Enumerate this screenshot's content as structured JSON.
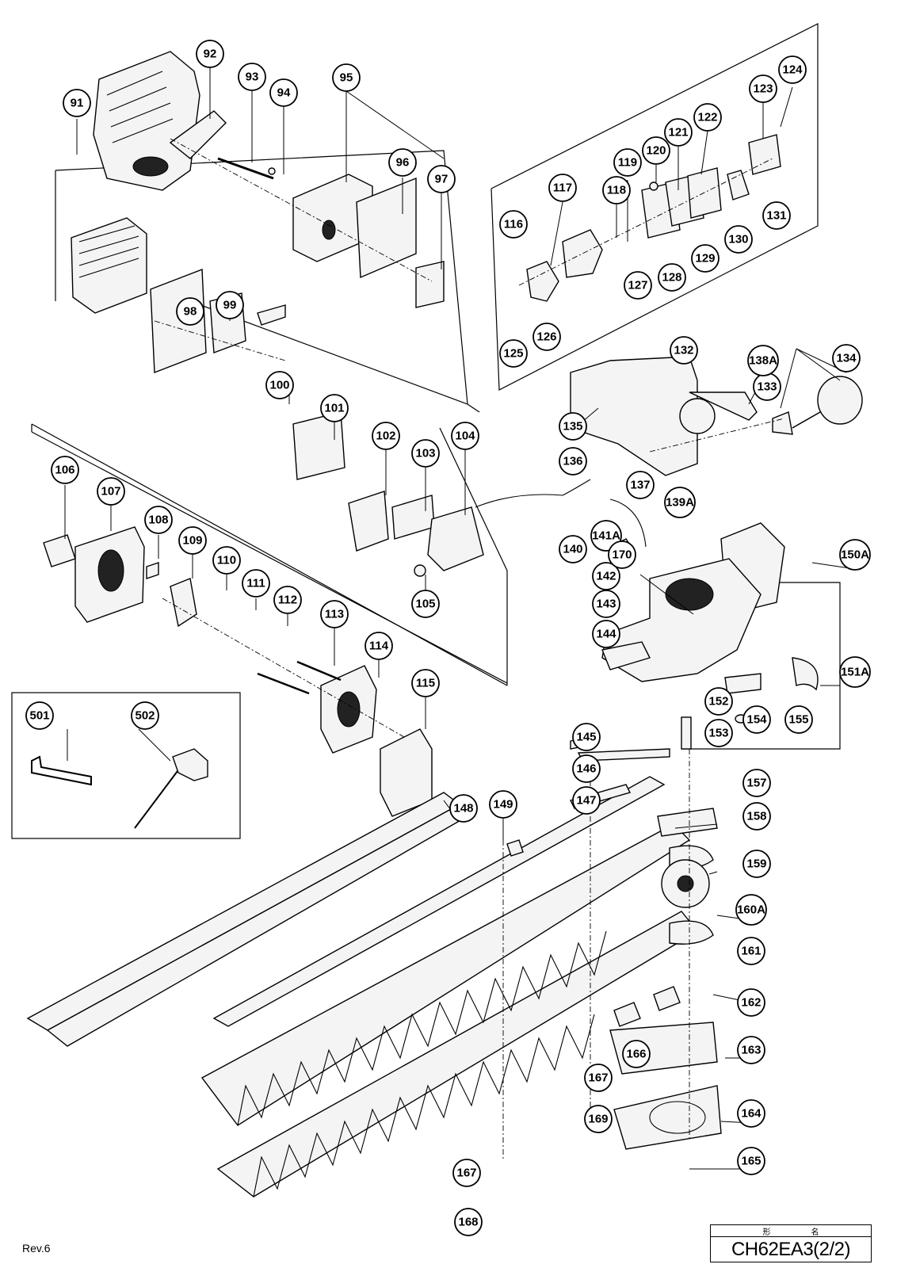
{
  "revision": "Rev.6",
  "model_box": {
    "header": [
      "形",
      "名"
    ],
    "model": "CH62EA3(2/2)"
  },
  "callouts": [
    {
      "label": "91"
    },
    {
      "label": "92"
    },
    {
      "label": "93"
    },
    {
      "label": "94"
    },
    {
      "label": "95"
    },
    {
      "label": "96"
    },
    {
      "label": "97"
    },
    {
      "label": "98"
    },
    {
      "label": "99"
    },
    {
      "label": "100"
    },
    {
      "label": "101"
    },
    {
      "label": "102"
    },
    {
      "label": "103"
    },
    {
      "label": "104"
    },
    {
      "label": "105"
    },
    {
      "label": "106"
    },
    {
      "label": "107"
    },
    {
      "label": "108"
    },
    {
      "label": "109"
    },
    {
      "label": "110"
    },
    {
      "label": "111"
    },
    {
      "label": "112"
    },
    {
      "label": "113"
    },
    {
      "label": "114"
    },
    {
      "label": "115"
    },
    {
      "label": "116"
    },
    {
      "label": "117"
    },
    {
      "label": "118"
    },
    {
      "label": "119"
    },
    {
      "label": "120"
    },
    {
      "label": "121"
    },
    {
      "label": "122"
    },
    {
      "label": "123"
    },
    {
      "label": "124"
    },
    {
      "label": "125"
    },
    {
      "label": "126"
    },
    {
      "label": "127"
    },
    {
      "label": "128"
    },
    {
      "label": "129"
    },
    {
      "label": "130"
    },
    {
      "label": "131"
    },
    {
      "label": "132"
    },
    {
      "label": "133"
    },
    {
      "label": "134"
    },
    {
      "label": "135"
    },
    {
      "label": "136"
    },
    {
      "label": "137"
    },
    {
      "label": "138A"
    },
    {
      "label": "139A"
    },
    {
      "label": "140"
    },
    {
      "label": "141A"
    },
    {
      "label": "142"
    },
    {
      "label": "143"
    },
    {
      "label": "144"
    },
    {
      "label": "145"
    },
    {
      "label": "146"
    },
    {
      "label": "147"
    },
    {
      "label": "148"
    },
    {
      "label": "149"
    },
    {
      "label": "150A"
    },
    {
      "label": "151A"
    },
    {
      "label": "152"
    },
    {
      "label": "153"
    },
    {
      "label": "154"
    },
    {
      "label": "155"
    },
    {
      "label": "157"
    },
    {
      "label": "158"
    },
    {
      "label": "159"
    },
    {
      "label": "160A"
    },
    {
      "label": "161"
    },
    {
      "label": "162"
    },
    {
      "label": "163"
    },
    {
      "label": "164"
    },
    {
      "label": "165"
    },
    {
      "label": "166"
    },
    {
      "label": "167"
    },
    {
      "label": "167"
    },
    {
      "label": "168"
    },
    {
      "label": "169"
    },
    {
      "label": "170"
    },
    {
      "label": "501"
    },
    {
      "label": "502"
    }
  ]
}
